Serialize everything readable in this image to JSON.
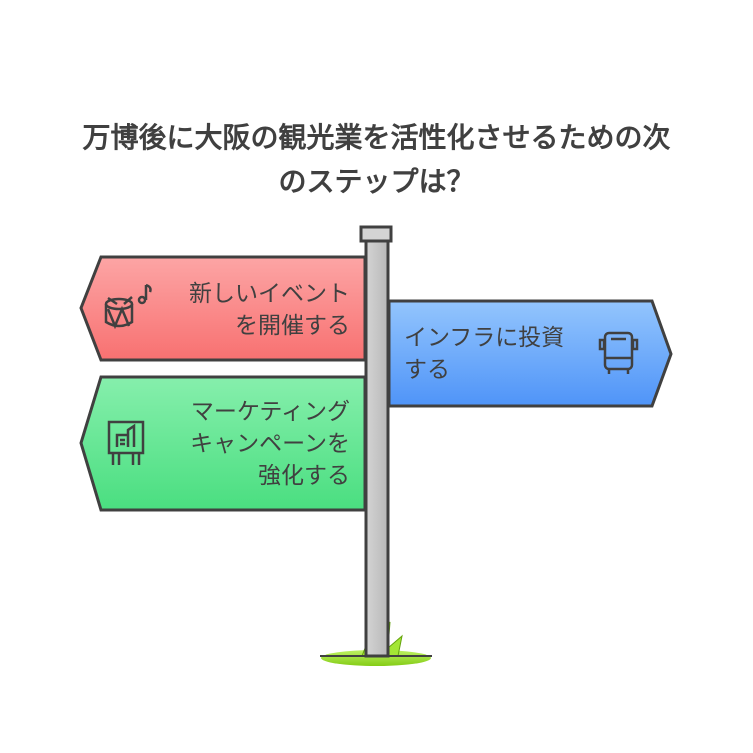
{
  "title": {
    "line1": "万博後に大阪の観光業を活性化させるための次",
    "line2": "のステップは？"
  },
  "signs": [
    {
      "line1": "新しいイベント",
      "line2": "を開催する",
      "icon": "drum-music-icon",
      "color": "#f87171"
    },
    {
      "line1": "インフラに投資",
      "line2": "する",
      "icon": "bus-icon",
      "color": "#60a5fa"
    },
    {
      "line1": "マーケティング",
      "line2": "キャンペーンを",
      "line3": "強化する",
      "icon": "billboard-icon",
      "color": "#4ade80"
    }
  ]
}
